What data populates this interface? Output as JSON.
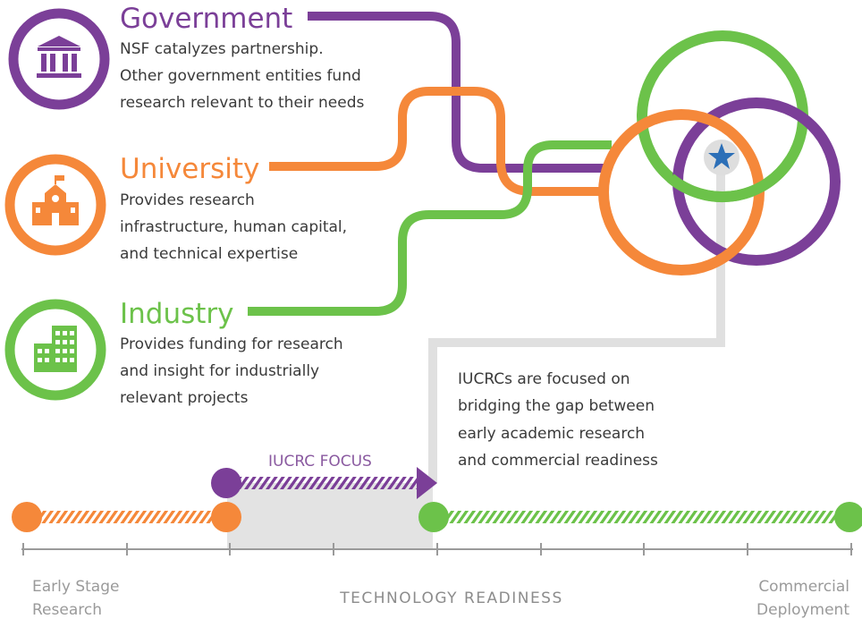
{
  "colors": {
    "government": "#7b3f98",
    "university": "#f5883a",
    "industry": "#6cc24a",
    "gray": "#dcdcdc",
    "star": "#2c6fb7"
  },
  "government": {
    "title": "Government",
    "icon": "bank-icon",
    "lines": [
      "NSF catalyzes partnership.",
      "Other government entities fund",
      "research relevant to their needs"
    ]
  },
  "university": {
    "title": "University",
    "icon": "school-icon",
    "lines": [
      "Provides research",
      "infrastructure, human capital,",
      "and technical expertise"
    ]
  },
  "industry": {
    "title": "Industry",
    "icon": "office-building-icon",
    "lines": [
      "Provides funding for research",
      "and insight for industrially",
      "relevant projects"
    ]
  },
  "iucrc": {
    "lines": [
      "IUCRCs are focused on",
      "bridging the gap between",
      "early academic research",
      "and commercial readiness"
    ],
    "focus_label": "IUCRC FOCUS",
    "center_icon": "star-icon"
  },
  "axis": {
    "title": "TECHNOLOGY READINESS",
    "left_label": [
      "Early Stage",
      "Research"
    ],
    "right_label": [
      "Commercial",
      "Deployment"
    ]
  }
}
